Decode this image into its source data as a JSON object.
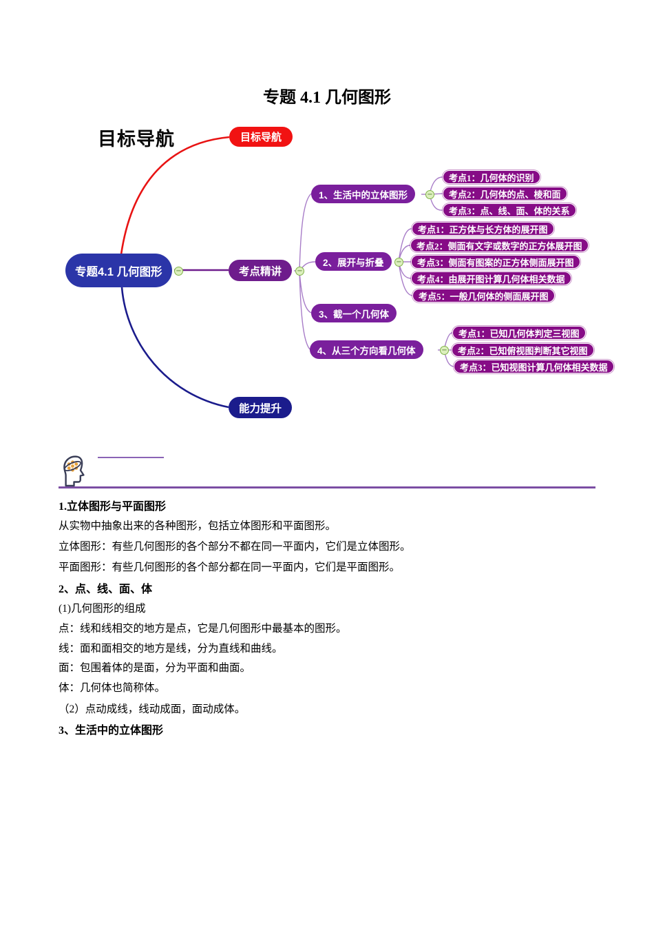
{
  "page": {
    "title": "专题 4.1 几何图形"
  },
  "mindmap": {
    "heading": "目标导航",
    "root": "专题4.1 几何图形",
    "top_node": "目标导航",
    "center_node": "考点精讲",
    "bottom_node": "能力提升",
    "collapse_symbol": "−",
    "branches": [
      {
        "label": "1、生活中的立体图形"
      },
      {
        "label": "2、展开与折叠"
      },
      {
        "label": "3、截一个几何体"
      },
      {
        "label": "4、从三个方向看几何体"
      }
    ],
    "branch1_leaves": [
      "考点1：几何体的识别",
      "考点2：几何体的点、棱和面",
      "考点3：点、线、面、体的关系"
    ],
    "branch2_leaves": [
      "考点1：正方体与长方体的展开图",
      "考点2：侧面有文字或数字的正方体展开图",
      "考点3：侧面有图案的正方体侧面展开图",
      "考点4：由展开图计算几何体相关数据",
      "考点5：一般几何体的侧面展开图"
    ],
    "branch4_leaves": [
      "考点1：已知几何体判定三视图",
      "考点2：已知俯视图判断其它视图",
      "考点3：已知视图计算几何体相关数据"
    ],
    "colors": {
      "red_node": "#F11212",
      "root_node": "#2B35A8",
      "purple_node": "#7A1F9C",
      "leaf_node": "#860C86",
      "navy_node": "#1B1C8C",
      "line_light_purple": "#A87DC8",
      "connector_green": "#DDEFBE"
    }
  },
  "content": {
    "lines": [
      {
        "text": "1.立体图形与平面图形"
      },
      {
        "text": "从实物中抽象出来的各种图形，包括立体图形和平面图形。"
      },
      {
        "text": "立体图形：有些几何图形的各个部分不都在同一平面内，它们是立体图形。"
      },
      {
        "text": "平面图形：有些几何图形的各个部分都在同一平面内，它们是平面图形。"
      },
      {
        "text": "2、点、线、面、体"
      },
      {
        "text": "(1)几何图形的组成"
      },
      {
        "text": "点：线和线相交的地方是点，它是几何图形中最基本的图形。"
      },
      {
        "text": "线：面和面相交的地方是线，分为直线和曲线。"
      },
      {
        "text": "面：包围着体的是面，分为平面和曲面。"
      },
      {
        "text": "体：几何体也简称体。"
      },
      {
        "text": "（2）点动成线，线动成面，面动成体。"
      },
      {
        "text": "3、生活中的立体图形"
      }
    ]
  }
}
